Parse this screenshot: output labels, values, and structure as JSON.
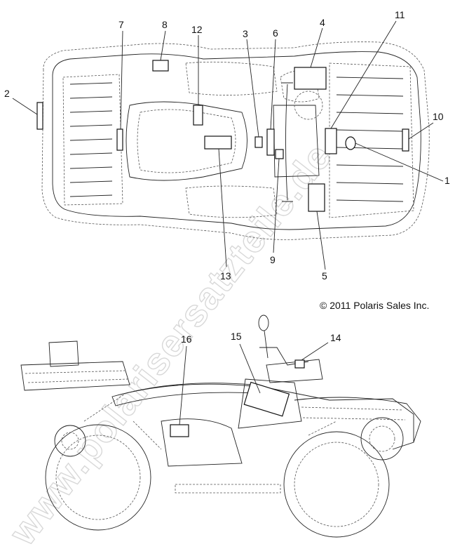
{
  "callouts": [
    {
      "id": "c1",
      "number": "1"
    },
    {
      "id": "c2",
      "number": "2"
    },
    {
      "id": "c3",
      "number": "3"
    },
    {
      "id": "c4",
      "number": "4"
    },
    {
      "id": "c5",
      "number": "5"
    },
    {
      "id": "c6",
      "number": "6"
    },
    {
      "id": "c7",
      "number": "7"
    },
    {
      "id": "c8",
      "number": "8"
    },
    {
      "id": "c9",
      "number": "9"
    },
    {
      "id": "c10",
      "number": "10"
    },
    {
      "id": "c11",
      "number": "11"
    },
    {
      "id": "c12",
      "number": "12"
    },
    {
      "id": "c13",
      "number": "13"
    },
    {
      "id": "c14",
      "number": "14"
    },
    {
      "id": "c15",
      "number": "15"
    },
    {
      "id": "c16",
      "number": "16"
    }
  ],
  "copyright": "© 2011 Polaris Sales Inc.",
  "watermark": "www.polarisersatzteile.de"
}
